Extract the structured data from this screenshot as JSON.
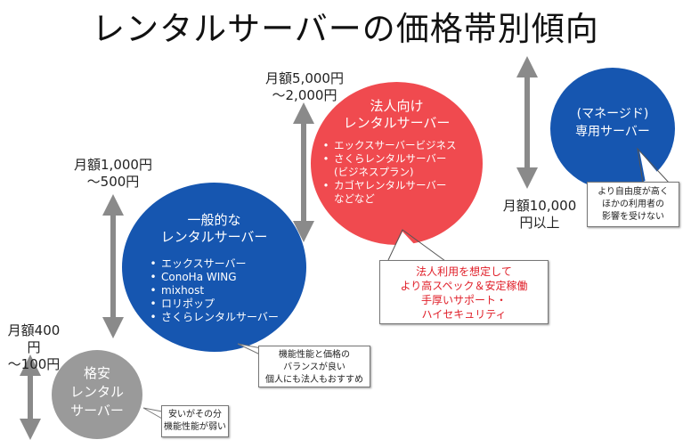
{
  "title": "レンタルサーバーの価格帯別傾向",
  "colors": {
    "blue": "#1656b0",
    "red": "#f04a4f",
    "gray": "#9a9a9a",
    "arrow": "#8a8a8a",
    "note_red": "#e0202a"
  },
  "tiers": {
    "budget": {
      "price_line1": "月額400円",
      "price_line2": "〜100円",
      "name_line1": "格安",
      "name_line2": "レンタル",
      "name_line3": "サーバー",
      "note_line1": "安いがその分",
      "note_line2": "機能性能が弱い"
    },
    "general": {
      "price_line1": "月額1,000円",
      "price_line2": "〜500円",
      "name_line1": "一般的な",
      "name_line2": "レンタルサーバー",
      "items": [
        "エックスサーバー",
        "ConoHa WING",
        "mixhost",
        "ロリポップ",
        "さくらレンタルサーバー"
      ],
      "note_line1": "機能性能と価格の",
      "note_line2": "バランスが良い",
      "note_line3": "個人にも法人もおすすめ"
    },
    "business": {
      "price_line1": "月額5,000円",
      "price_line2": "〜2,000円",
      "name_line1": "法人向け",
      "name_line2": "レンタルサーバー",
      "items": [
        "エックスサーバービジネス",
        "さくらレンタルサーバー",
        "カゴヤレンタルサーバー"
      ],
      "item2_sub": "(ビジネスプラン)",
      "extra": "などなど",
      "note_line1": "法人利用を想定して",
      "note_line2": "より高スペック＆安定稼働",
      "note_line3": "手厚いサポート・",
      "note_line4": "ハイセキュリティ"
    },
    "dedicated": {
      "price_line1": "月額10,000",
      "price_line2": "円以上",
      "name_line1": "(マネージド)",
      "name_line2": "専用サーバー",
      "note_line1": "より自由度が高く",
      "note_line2": "ほかの利用者の",
      "note_line3": "影響を受けない"
    }
  }
}
